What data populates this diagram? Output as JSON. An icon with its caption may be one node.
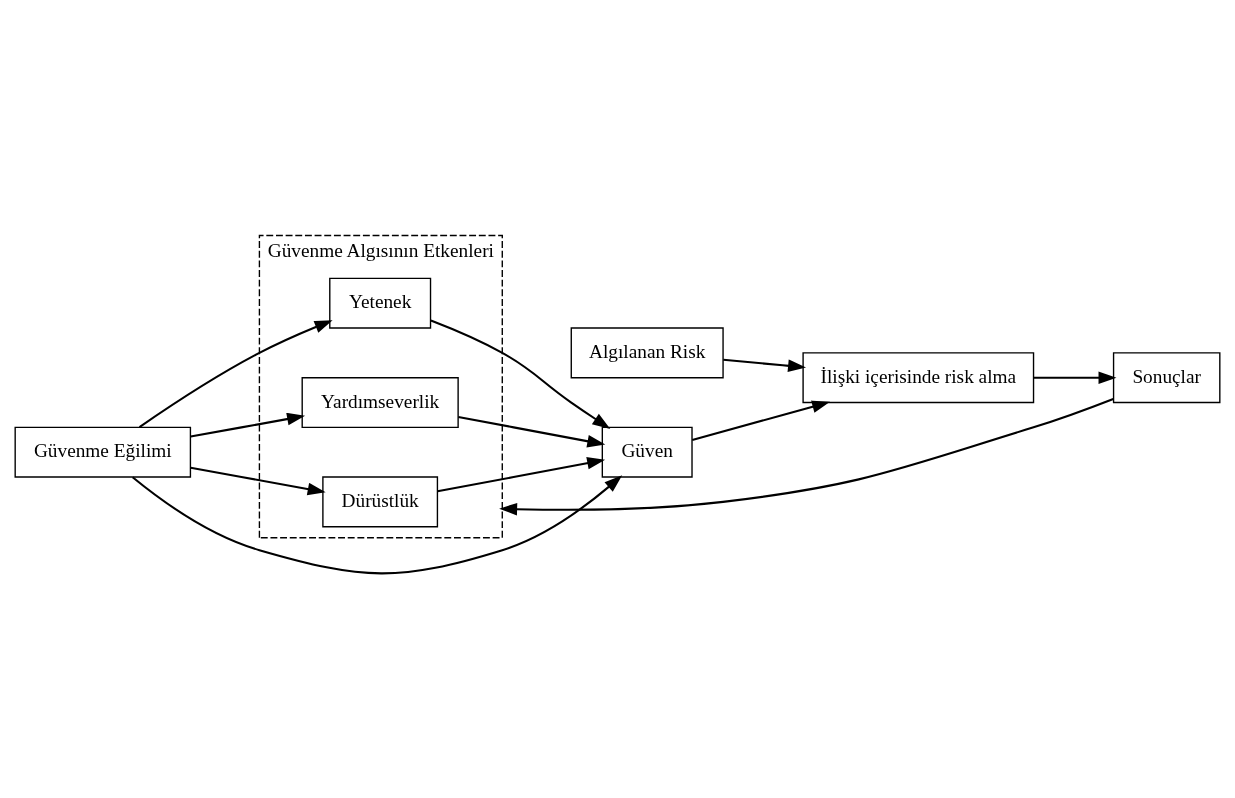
{
  "diagram": {
    "nodes": [
      {
        "text": [
          "Güvenme Algısının Etkenleri"
        ]
      },
      {
        "text": [
          "Yetenek"
        ],
        "in": 0
      },
      {
        "text": [
          "Yardımseverlik"
        ],
        "in": 0
      },
      {
        "text": [
          "Dürüstlük"
        ],
        "in": 0
      },
      {
        "text": [
          "Algılanan Risk"
        ]
      },
      {
        "text": [
          "Güven"
        ]
      },
      {
        "text": [
          "İlişki içerisinde risk alma"
        ]
      },
      {
        "text": [
          "Sonuçlar"
        ]
      },
      {
        "text": [
          "Güvenme Eğilimi"
        ]
      }
    ],
    "edges": [
      {
        "from": 1,
        "to": 5,
        "arrow": "to"
      },
      {
        "from": 2,
        "to": 5,
        "arrow": "to"
      },
      {
        "from": 3,
        "to": 5,
        "arrow": "to"
      },
      {
        "from": 8,
        "to": 1,
        "arrow": "to"
      },
      {
        "from": 8,
        "to": 2,
        "arrow": "to"
      },
      {
        "from": 8,
        "to": 3,
        "arrow": "to"
      },
      {
        "from": 8,
        "to": 5,
        "arrow": "to"
      },
      {
        "from": 5,
        "to": 6,
        "arrow": "to"
      },
      {
        "from": 4,
        "to": 6,
        "arrow": "to"
      },
      {
        "from": 6,
        "to": 7,
        "arrow": "to"
      },
      {
        "from": 7,
        "to": 0,
        "arrow": "to"
      }
    ]
  }
}
